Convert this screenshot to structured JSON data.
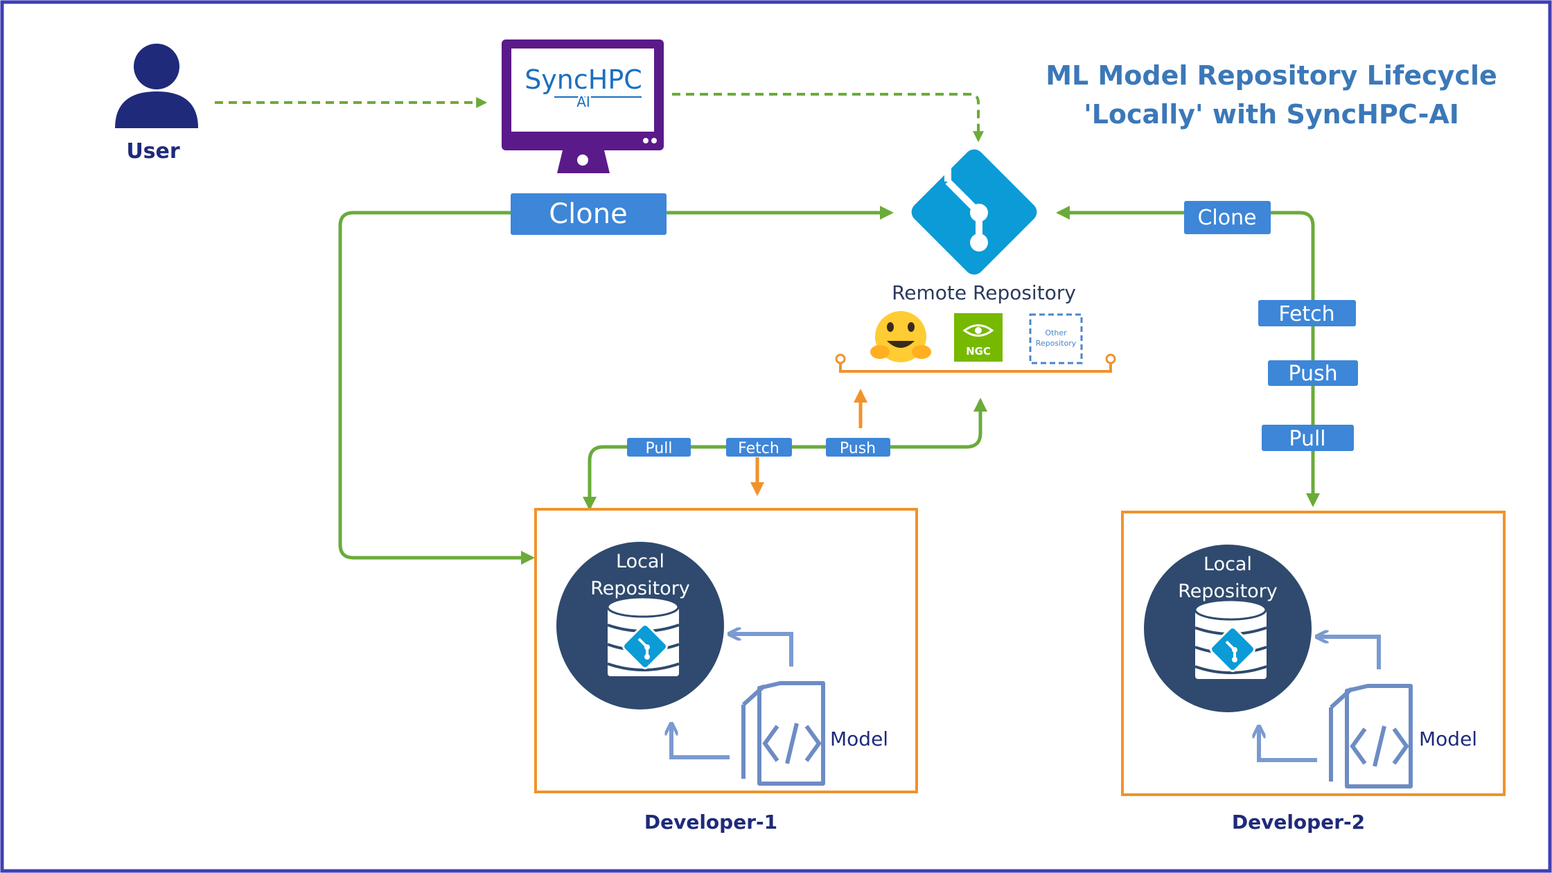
{
  "title": {
    "line1": "ML Model Repository Lifecycle",
    "line2": "'Locally' with SyncHPC-AI"
  },
  "user": {
    "label": "User"
  },
  "monitor": {
    "brand": "SyncHPC",
    "brand_sub": "AI"
  },
  "remote": {
    "label": "Remote Repository",
    "providers": {
      "ngc": "NGC",
      "other_line1": "Other",
      "other_line2": "Repository"
    }
  },
  "clone_main": "Clone",
  "clone_dev2": "Clone",
  "dev1_actions": {
    "pull": "Pull",
    "fetch": "Fetch",
    "push": "Push"
  },
  "dev2_actions": {
    "fetch": "Fetch",
    "push": "Push",
    "pull": "Pull"
  },
  "local_repo": {
    "line1": "Local",
    "line2": "Repository"
  },
  "model_label": "Model",
  "developer1": "Developer-1",
  "developer2": "Developer-2",
  "colors": {
    "border": "#3f3fb5",
    "green": "#6aab3a",
    "orange": "#f0932b",
    "badge": "#3d86d8",
    "navy": "#1f2a7a",
    "title": "#3b78b8",
    "repo_circle": "#2f4a6e",
    "git": "#0b9bd6",
    "purple": "#5b1a8a",
    "doc": "#6d8cc4",
    "ngc": "#76b900"
  }
}
